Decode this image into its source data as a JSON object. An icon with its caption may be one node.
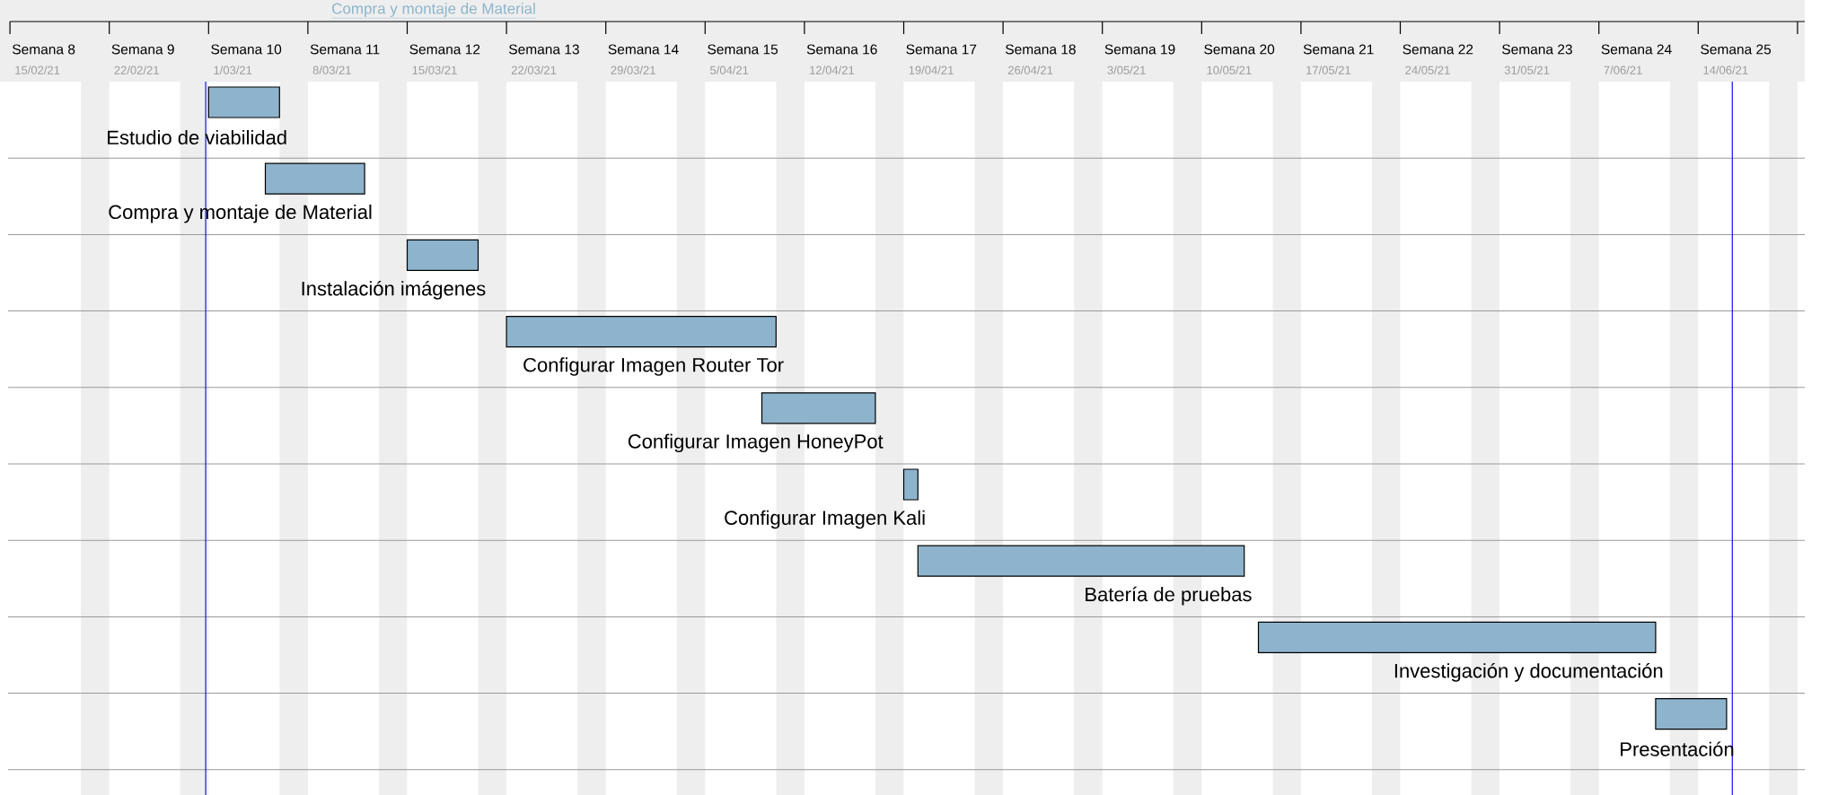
{
  "diagram": {
    "nodes": [
      {
        "text": [
          "Estudio de viabilidad"
        ]
      },
      {
        "text": [
          "Compra y montaje de Material"
        ]
      },
      {
        "text": [
          "Instalación imágenes"
        ]
      },
      {
        "text": [
          "Configurar Imagen Router Tor"
        ]
      },
      {
        "text": [
          "Configurar Imagen HoneyPot"
        ]
      },
      {
        "text": [
          "Configurar Imagen Kali"
        ]
      },
      {
        "text": [
          "Batería de pruebas"
        ]
      },
      {
        "text": [
          "Investigación y documentación"
        ]
      },
      {
        "text": [
          "Presentación"
        ]
      }
    ],
    "labels": [
      "Compra y montaje de Material",
      "Semana 8",
      "Semana 9",
      "Semana 10",
      "Semana 11",
      "Semana 12",
      "Semana 13",
      "Semana 14",
      "Semana 15",
      "Semana 16",
      "Semana 17",
      "Semana 18",
      "Semana 19",
      "Semana 20",
      "Semana 21",
      "Semana 22",
      "Semana 23",
      "Semana 24",
      "Semana 25",
      "15/02/21",
      "22/02/21",
      "1/03/21",
      "8/03/21",
      "15/03/21",
      "22/03/21",
      "29/03/21",
      "5/04/21",
      "12/04/21",
      "19/04/21",
      "26/04/21",
      "3/05/21",
      "10/05/21",
      "17/05/21",
      "24/05/21",
      "31/05/21",
      "7/06/21",
      "14/06/21"
    ]
  }
}
